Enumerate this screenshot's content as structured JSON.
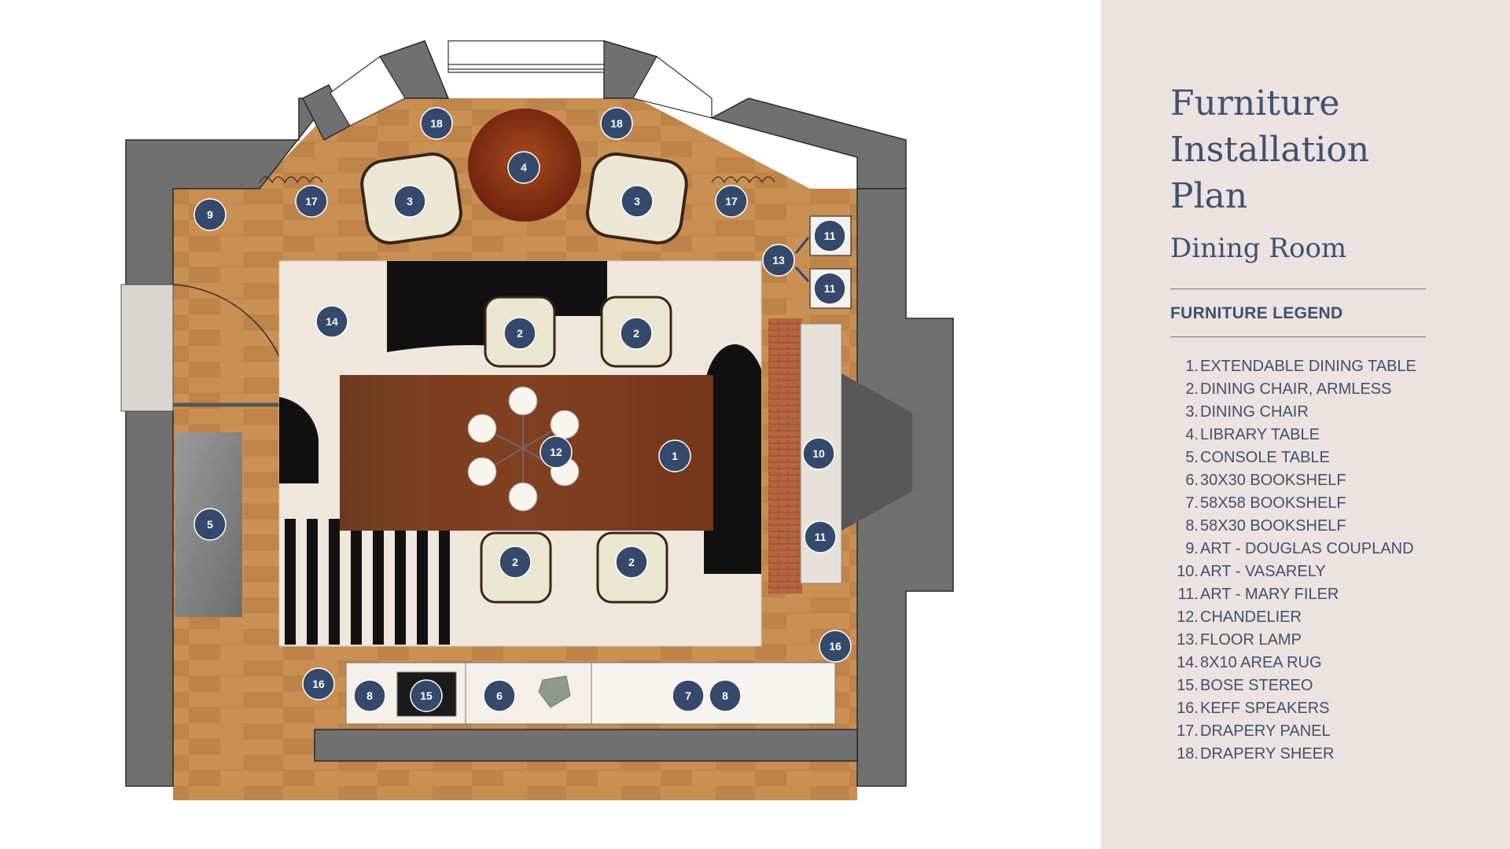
{
  "header": {
    "title_lines": [
      "Furniture",
      "Installation",
      "Plan"
    ],
    "subtitle": "Dining Room"
  },
  "legend": {
    "heading": "FURNITURE LEGEND",
    "items": [
      {
        "num": "1.",
        "label": "EXTENDABLE DINING TABLE"
      },
      {
        "num": "2.",
        "label": "DINING CHAIR, ARMLESS"
      },
      {
        "num": "3.",
        "label": "DINING CHAIR"
      },
      {
        "num": "4.",
        "label": "LIBRARY TABLE"
      },
      {
        "num": "5.",
        "label": "CONSOLE TABLE"
      },
      {
        "num": "6.",
        "label": "30X30 BOOKSHELF"
      },
      {
        "num": "7.",
        "label": "58X58 BOOKSHELF"
      },
      {
        "num": "8.",
        "label": "58X30 BOOKSHELF"
      },
      {
        "num": "9.",
        "label": "ART - DOUGLAS COUPLAND"
      },
      {
        "num": "10.",
        "label": "ART - VASARELY"
      },
      {
        "num": "11.",
        "label": "ART - MARY FILER"
      },
      {
        "num": "12.",
        "label": "CHANDELIER"
      },
      {
        "num": "13.",
        "label": "FLOOR LAMP"
      },
      {
        "num": "14.",
        "label": "8X10 AREA RUG"
      },
      {
        "num": "15.",
        "label": "BOSE STEREO"
      },
      {
        "num": "16.",
        "label": "KEFF SPEAKERS"
      },
      {
        "num": "17.",
        "label": "DRAPERY PANEL"
      },
      {
        "num": "18.",
        "label": "DRAPERY SHEER"
      }
    ]
  },
  "markers": {
    "m1": "1",
    "m2a": "2",
    "m2b": "2",
    "m2c": "2",
    "m2d": "2",
    "m3a": "3",
    "m3b": "3",
    "m4": "4",
    "m5": "5",
    "m6": "6",
    "m7": "7",
    "m8a": "8",
    "m8b": "8",
    "m9": "9",
    "m10": "10",
    "m11a": "11",
    "m11b": "11",
    "m11c": "11",
    "m12": "12",
    "m13": "13",
    "m14": "14",
    "m15": "15",
    "m16a": "16",
    "m16b": "16",
    "m17a": "17",
    "m17b": "17",
    "m18a": "18",
    "m18b": "18"
  },
  "colors": {
    "marker": "#34496b",
    "wall": "#6e6e6e",
    "floor": "#c48a4c",
    "sidebar_bg": "#ece2df",
    "text": "#3e5270"
  }
}
